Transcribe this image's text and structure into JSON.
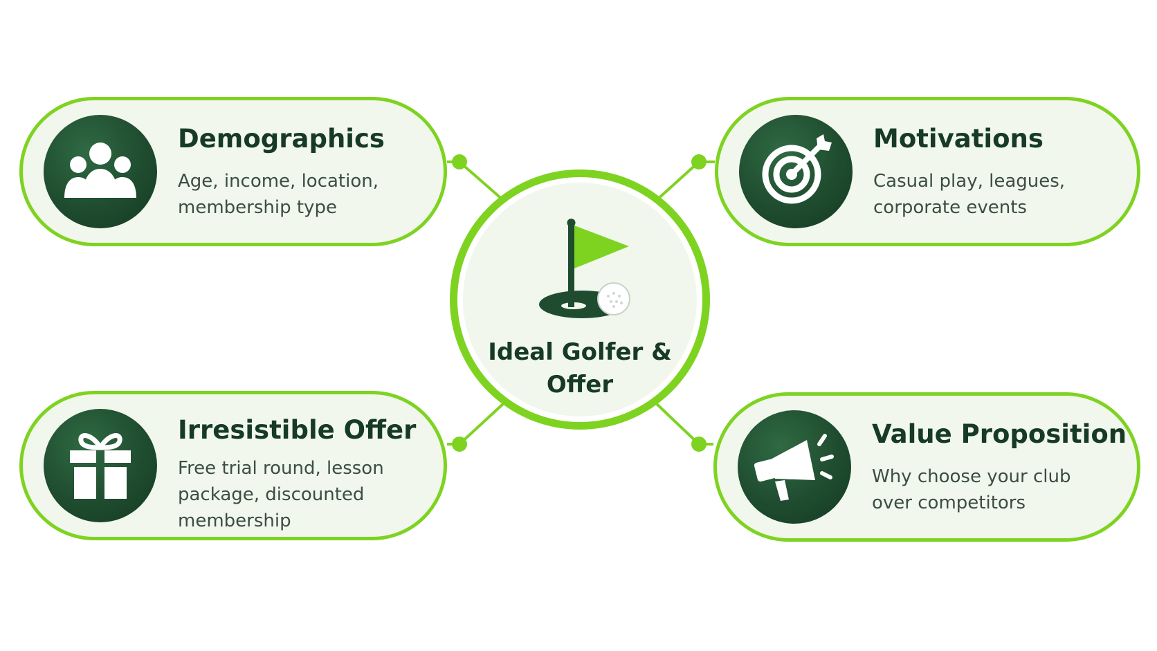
{
  "colors": {
    "accent_green": "#7ed321",
    "dark_green": "#1f4c2f",
    "card_background": "#f1f7ec",
    "title_text": "#163a24",
    "body_text": "#3c4d42"
  },
  "center": {
    "title": "Ideal Golfer & Offer",
    "icon": "golf-flag-hole-ball-icon"
  },
  "cards": {
    "demographics": {
      "title": "Demographics",
      "description": "Age, income, location, membership type",
      "icon": "people-group-icon"
    },
    "motivations": {
      "title": "Motivations",
      "description": "Casual play, leagues, corporate events",
      "icon": "target-arrow-icon"
    },
    "irresistible_offer": {
      "title": "Irresistible Offer",
      "description": "Free trial round, lesson package, discounted membership",
      "icon": "gift-box-icon"
    },
    "value_proposition": {
      "title": "Value Proposition",
      "description": "Why choose your club over competitors",
      "icon": "megaphone-icon"
    }
  }
}
